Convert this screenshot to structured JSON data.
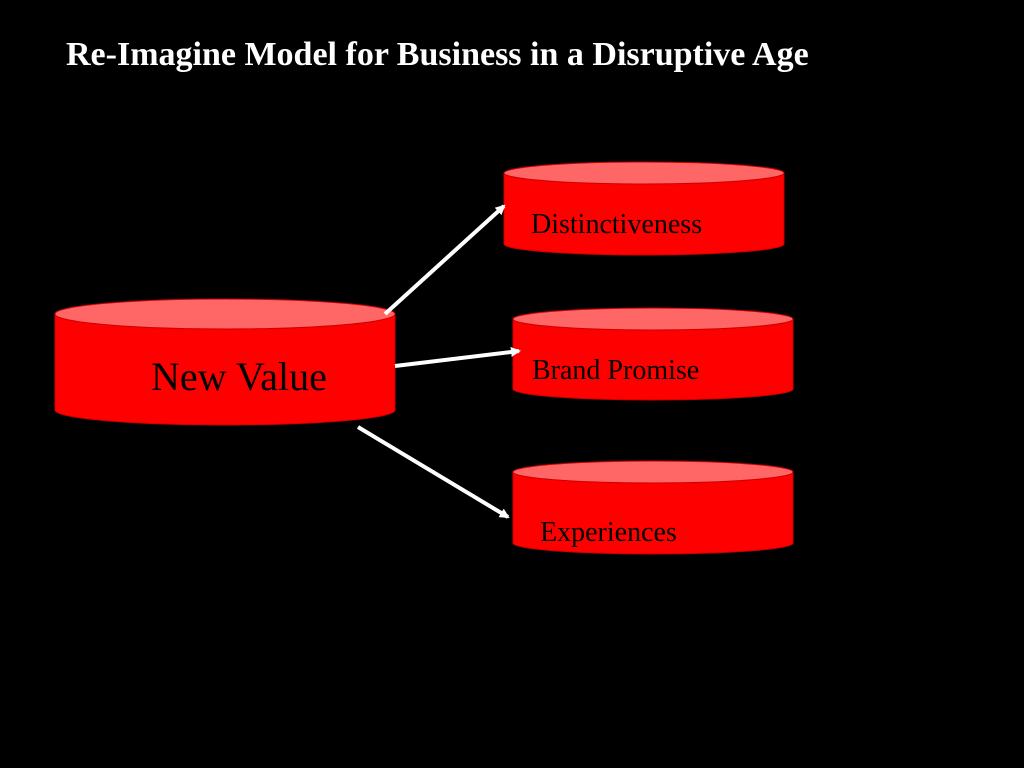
{
  "slide": {
    "title": "Re-Imagine Model for Business in a Disruptive Age"
  },
  "diagram": {
    "source": {
      "label": "New Value"
    },
    "targets": [
      {
        "label": "Distinctiveness"
      },
      {
        "label": "Brand Promise"
      },
      {
        "label": "Experiences"
      }
    ]
  },
  "colors": {
    "background": "#000000",
    "cylinder_body": "#ff0000",
    "cylinder_top": "#ff6666",
    "cylinder_outline": "#cc0000",
    "label_text": "#000000",
    "arrow": "#ffffff",
    "title_text": "#ffffff"
  }
}
